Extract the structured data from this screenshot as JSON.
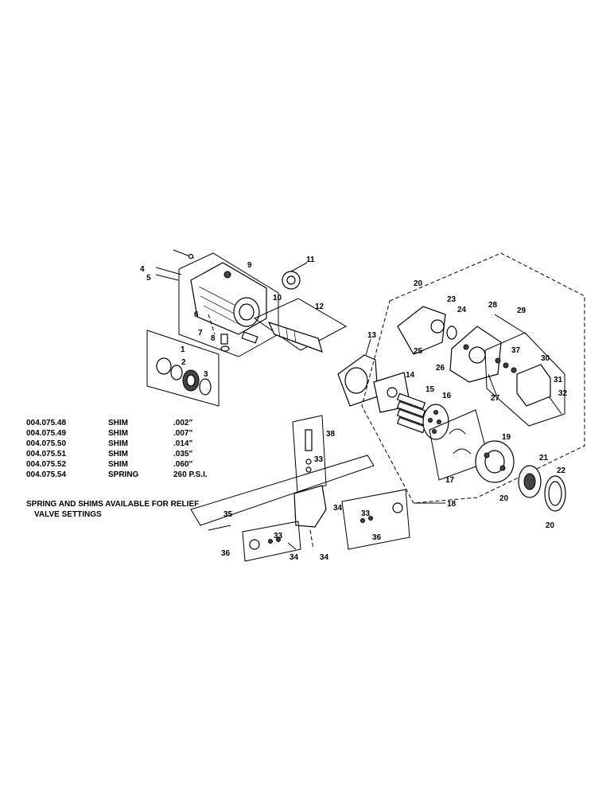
{
  "parts_table": {
    "rows": [
      {
        "part_no": "004.075.48",
        "description": "SHIM",
        "value": ".002\""
      },
      {
        "part_no": "004.075.49",
        "description": "SHIM",
        "value": ".007\""
      },
      {
        "part_no": "004.075.50",
        "description": "SHIM",
        "value": ".014\""
      },
      {
        "part_no": "004.075.51",
        "description": "SHIM",
        "value": ".035\""
      },
      {
        "part_no": "004.075.52",
        "description": "SHIM",
        "value": ".060\""
      },
      {
        "part_no": "004.075.54",
        "description": "SPRING",
        "value": "260 P.S.I."
      }
    ]
  },
  "note": {
    "line1": "SPRING AND SHIMS AVAILABLE FOR RELIEF",
    "line2": "VALVE SETTINGS"
  },
  "callouts": {
    "c1": "1",
    "c2": "2",
    "c3": "3",
    "c4": "4",
    "c5": "5",
    "c6": "6",
    "c7": "7",
    "c8": "8",
    "c9": "9",
    "c10": "10",
    "c11": "11",
    "c12": "12",
    "c13": "13",
    "c14": "14",
    "c15": "15",
    "c16": "16",
    "c17": "17",
    "c18": "18",
    "c19": "19",
    "c20": "20",
    "c21": "21",
    "c22": "22",
    "c23": "23",
    "c24": "24",
    "c25": "25",
    "c26": "26",
    "c27": "27",
    "c28": "28",
    "c29": "29",
    "c30": "30",
    "c31": "31",
    "c32": "32",
    "c33": "33",
    "c34": "34",
    "c35": "35",
    "c36": "36",
    "c37": "37",
    "c38": "38"
  }
}
